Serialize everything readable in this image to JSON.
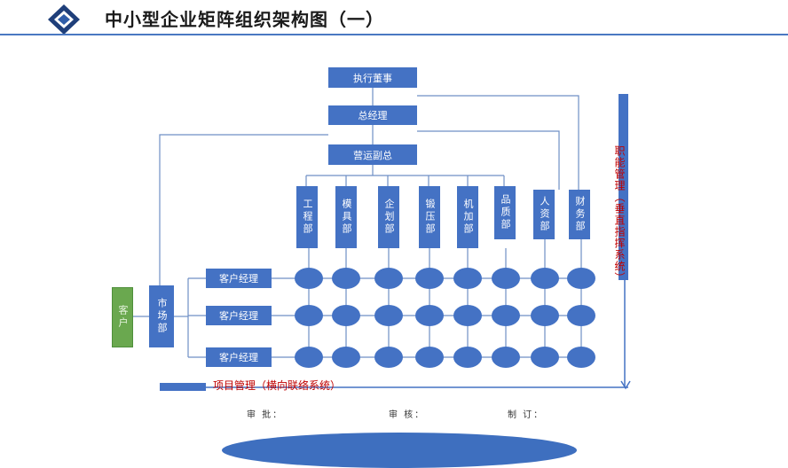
{
  "title": "中小型企业矩阵组织架构图（一）",
  "colors": {
    "node": "#4472c4",
    "line": "#6f8fc5",
    "customer": "#6aa84f",
    "label_red": "#c00000"
  },
  "top_nodes": {
    "chairman": "执行董事",
    "gm": "总经理",
    "vp_ops": "营运副总"
  },
  "departments": [
    {
      "label": "工程部"
    },
    {
      "label": "模具部"
    },
    {
      "label": "企划部"
    },
    {
      "label": "锻压部"
    },
    {
      "label": "机加部"
    },
    {
      "label": "品质部"
    },
    {
      "label": "人资部"
    },
    {
      "label": "财务部"
    }
  ],
  "customer": "客户",
  "market_dept": "市场部",
  "account_managers": [
    "客户经理",
    "客户经理",
    "客户经理"
  ],
  "vertical_label": "职能管理（垂直指挥系统）",
  "horizontal_label": "项目管理（横向联络系统）",
  "signatures": {
    "approve": "审 批：",
    "review": "审 核：",
    "prepare": "制 订："
  }
}
